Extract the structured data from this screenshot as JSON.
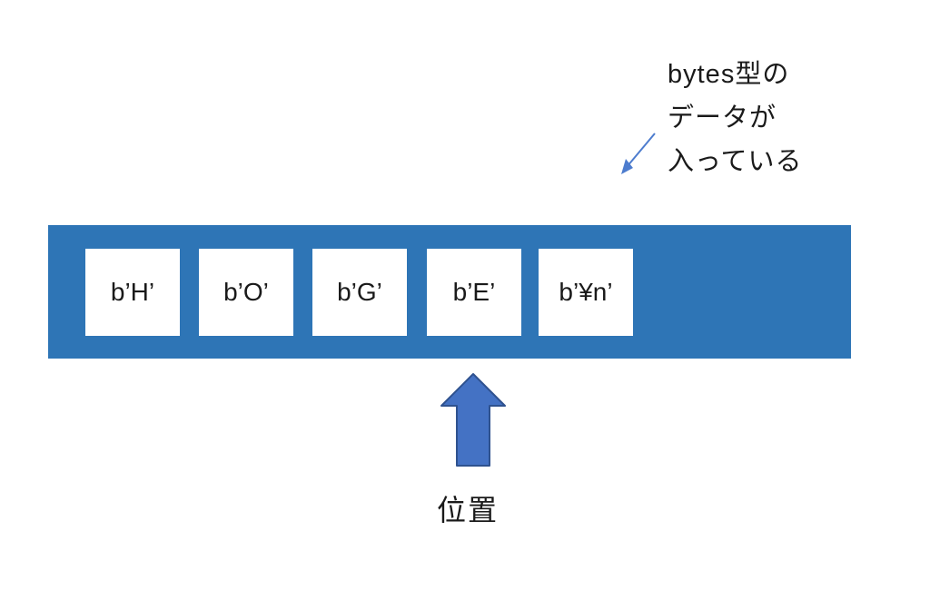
{
  "annotation": {
    "lines": [
      "bytes型の",
      "データが",
      "入っている"
    ]
  },
  "cells": [
    {
      "label": "b’H’"
    },
    {
      "label": "b’O’"
    },
    {
      "label": "b’G’"
    },
    {
      "label": "b’E’"
    },
    {
      "label": "b’¥n’"
    }
  ],
  "position_label": "位置",
  "colors": {
    "bar": "#2e75b6",
    "arrow_fill": "#4472c4",
    "arrow_stroke": "#2f528f",
    "thin_arrow": "#4d7cce",
    "text": "#1a1a1a"
  }
}
